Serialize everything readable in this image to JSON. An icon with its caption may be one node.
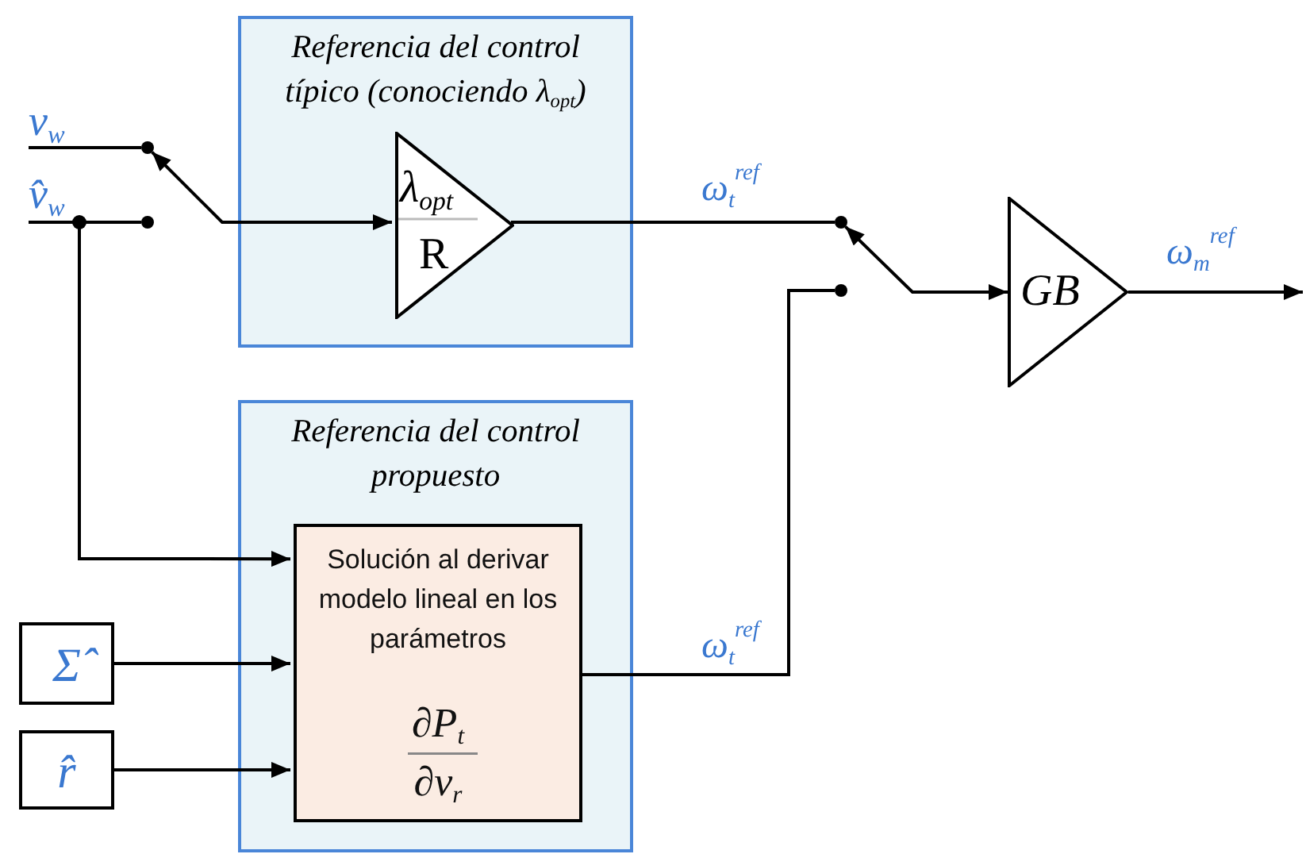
{
  "diagram": {
    "nodes": [
      {
        "text": [
          "Referencia del control típico (conociendo λ$_{opt}$)"
        ]
      },
      {
        "text": [
          "λ$_{opt}$",
          "R"
        ],
        "in": 0
      },
      {
        "text": [
          "Referencia del control propuesto"
        ]
      },
      {
        "text": [
          "Solución al derivar modelo lineal en los parámetros",
          "∂P$_{t}$",
          "∂v$_{r}$"
        ],
        "in": 2
      },
      {
        "text": [
          "Σ̂"
        ]
      },
      {
        "text": [
          "r̂"
        ]
      },
      {
        "text": [
          "GB"
        ]
      },
      {
        "text": [
          "v$_{w}$"
        ]
      },
      {
        "text": [
          "v̂$_{w}$"
        ]
      },
      {
        "text": [],
        "shape": "circle"
      },
      {
        "text": [],
        "shape": "circle"
      },
      {
        "text": [],
        "shape": "circle"
      },
      {
        "text": [],
        "shape": "circle"
      }
    ],
    "edges": [
      {
        "from": 7,
        "to": 9,
        "arrow": "none"
      },
      {
        "from": 8,
        "to": 10,
        "arrow": "none"
      },
      {
        "from": 8,
        "to": 3,
        "arrow": "to"
      },
      {
        "from": 9,
        "to": 1,
        "arrow": "both"
      },
      {
        "from": 1,
        "to": 11,
        "arrow": "none",
        "label": "ω$_{t}$$^{ref}$"
      },
      {
        "from": 11,
        "to": 6,
        "arrow": "both"
      },
      {
        "from": 3,
        "to": 12,
        "arrow": "none",
        "label": "ω$_{t}$$^{ref}$"
      },
      {
        "from": 4,
        "to": 3,
        "arrow": "to"
      },
      {
        "from": 5,
        "to": 3,
        "arrow": "to"
      },
      {
        "from": 6,
        "to": null,
        "arrow": "to",
        "label": "ω$_{m}$$^{ref}$"
      }
    ]
  }
}
